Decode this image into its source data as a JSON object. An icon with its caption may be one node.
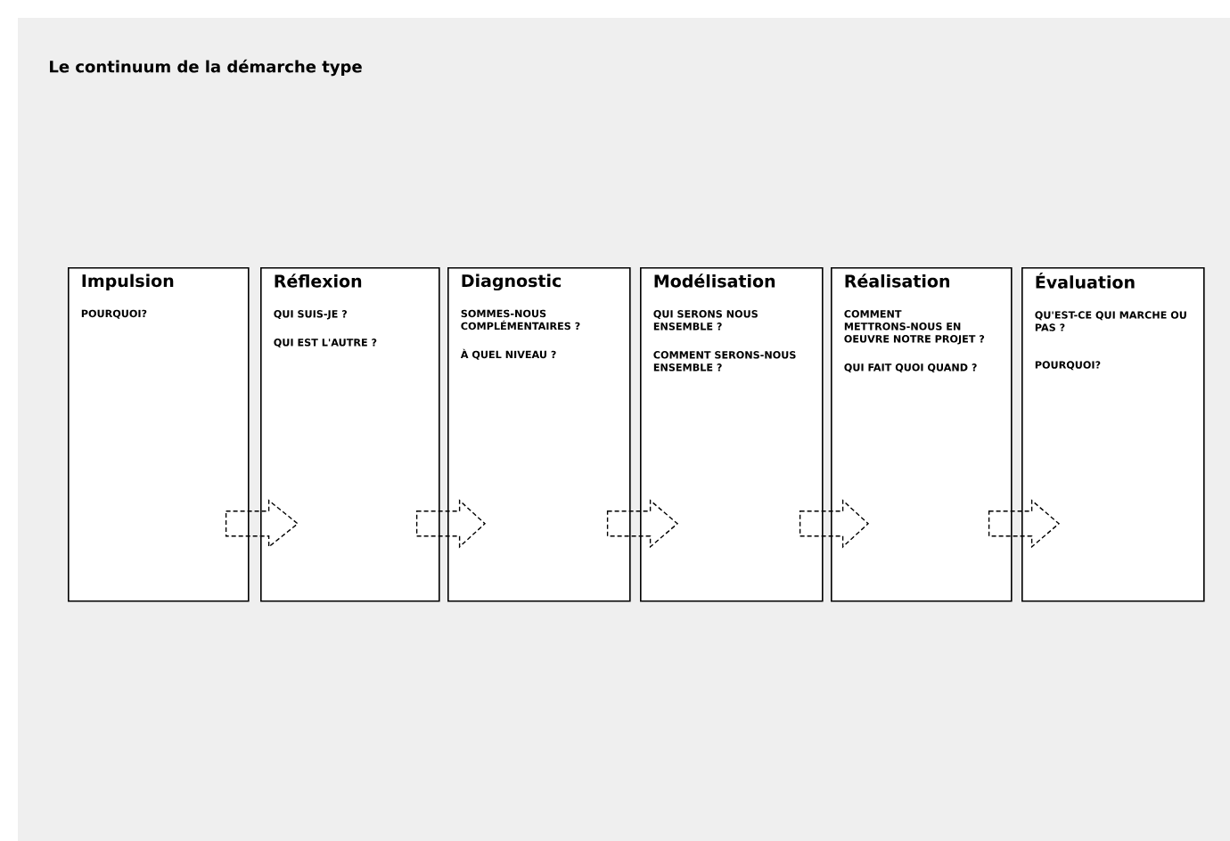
{
  "diagram": {
    "title": "Le continuum de la démarche type",
    "nodes": [
      {
        "text": [
          "Impulsion",
          "POURQUOI?"
        ]
      },
      {
        "text": [
          "Réflexion",
          "QUI SUIS-JE ?",
          "QUI EST L'AUTRE ?"
        ]
      },
      {
        "text": [
          "Diagnostic",
          "SOMMES-NOUS COMPLÉMENTAIRES ?",
          "À QUEL NIVEAU ?"
        ]
      },
      {
        "text": [
          "Modélisation",
          "QUI SERONS NOUS ENSEMBLE ?",
          "COMMENT SERONS-NOUS ENSEMBLE ?"
        ]
      },
      {
        "text": [
          "Réalisation",
          "COMMENT METTRONS-NOUS EN OEUVRE NOTRE PROJET ?",
          "QUI FAIT QUOI QUAND ?"
        ]
      },
      {
        "text": [
          "Évaluation",
          "QU'EST-CE QUI MARCHE OU PAS ?",
          "POURQUOI?"
        ]
      }
    ],
    "edges": [
      {
        "from": 0,
        "to": 1,
        "arrow": "to",
        "style": "dashed"
      },
      {
        "from": 1,
        "to": 2,
        "arrow": "to",
        "style": "dashed"
      },
      {
        "from": 2,
        "to": 3,
        "arrow": "to",
        "style": "dashed"
      },
      {
        "from": 3,
        "to": 4,
        "arrow": "to",
        "style": "dashed"
      },
      {
        "from": 4,
        "to": 5,
        "arrow": "to",
        "style": "dashed"
      }
    ]
  }
}
